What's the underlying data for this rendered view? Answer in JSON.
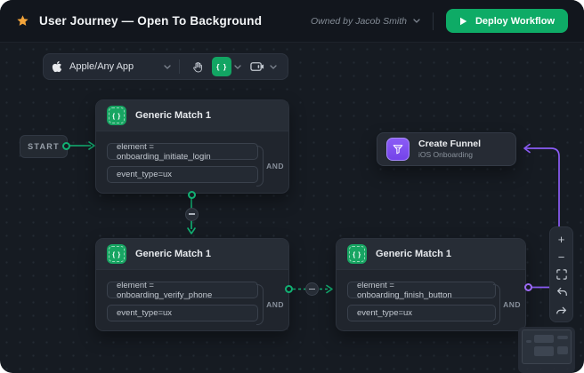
{
  "topbar": {
    "title": "User Journey — Open To Background",
    "owner": "Owned by Jacob Smith",
    "deploy_label": "Deploy Workflow"
  },
  "toolbar": {
    "app_selector_label": "Apple/Any App",
    "brace_glyph": "{ }"
  },
  "canvas": {
    "start_label": "START"
  },
  "nodes": {
    "match1": {
      "title": "Generic Match 1",
      "cond1": "element = onboarding_initiate_login",
      "cond2": "event_type=ux",
      "op": "AND"
    },
    "match2": {
      "title": "Generic Match 1",
      "cond1": "element = onboarding_verify_phone",
      "cond2": "event_type=ux",
      "op": "AND"
    },
    "match3": {
      "title": "Generic Match 1",
      "cond1": "element = onboarding_finish_button",
      "cond2": "event_type=ux",
      "op": "AND"
    },
    "funnel": {
      "title": "Create Funnel",
      "subtitle": "iOS Onboarding"
    }
  },
  "zoombar": {
    "zoom_in_label": "+",
    "zoom_out_label": "−"
  },
  "colors": {
    "connector_green": "#12b173",
    "connector_purple": "#8b5cf6",
    "deploy_green": "#0eab66",
    "icon_green": "#17a562",
    "star_yellow": "#f3a43a",
    "canvas_bg": "#161b22",
    "node_bg": "#20252d"
  }
}
